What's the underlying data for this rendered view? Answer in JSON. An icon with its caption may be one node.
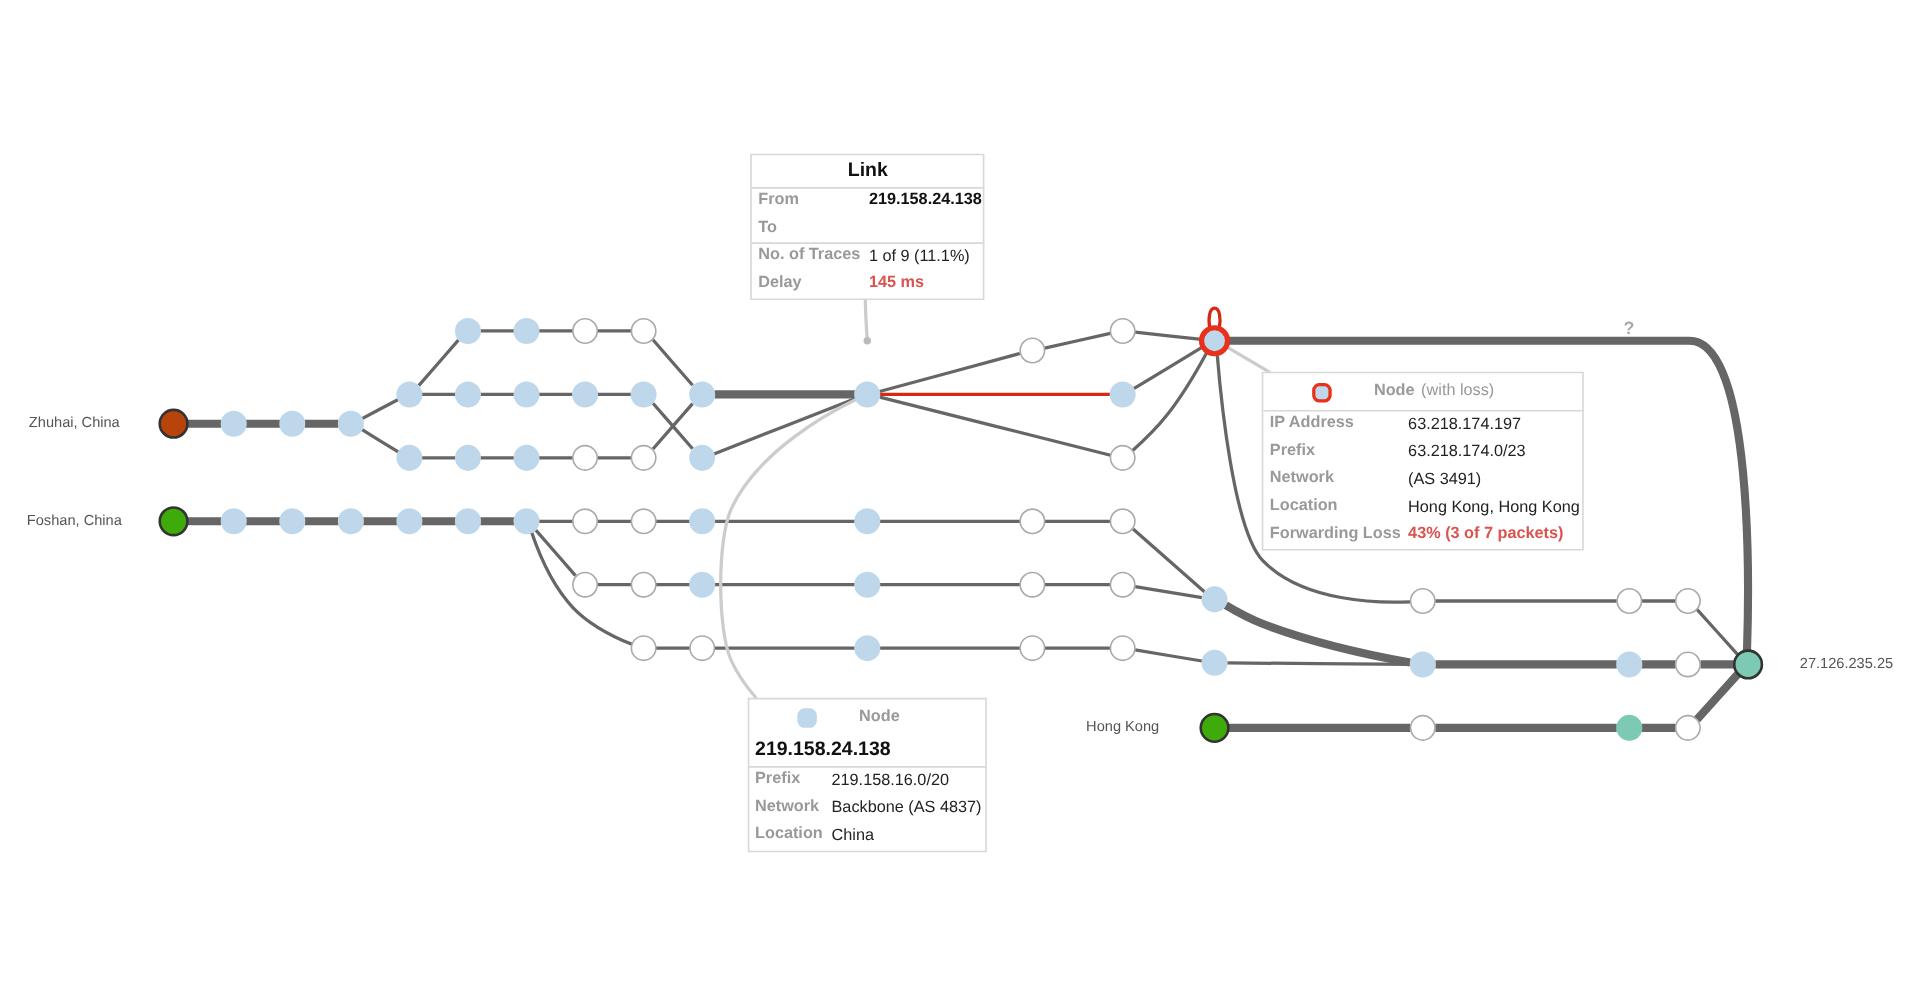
{
  "diagram": {
    "nodes": [
      {
        "text": [],
        "shape": "circle",
        "beside": [
          "Zhuhai, China"
        ]
      },
      {
        "text": [],
        "shape": "circle",
        "beside": [
          "Foshan, China"
        ]
      },
      {
        "text": [],
        "shape": "circle"
      },
      {
        "text": [],
        "shape": "circle"
      },
      {
        "text": [],
        "shape": "circle"
      },
      {
        "text": [],
        "shape": "circle"
      },
      {
        "text": [],
        "shape": "circle"
      },
      {
        "text": [],
        "shape": "circle"
      },
      {
        "text": [],
        "shape": "circle"
      },
      {
        "text": [],
        "shape": "circle"
      },
      {
        "text": [],
        "shape": "circle"
      },
      {
        "text": [],
        "shape": "circle"
      },
      {
        "text": [],
        "shape": "circle"
      },
      {
        "text": [],
        "shape": "circle"
      },
      {
        "text": [],
        "shape": "circle"
      },
      {
        "text": [],
        "shape": "circle"
      },
      {
        "text": [],
        "shape": "circle"
      },
      {
        "text": [],
        "shape": "circle"
      },
      {
        "text": [],
        "shape": "circle"
      },
      {
        "text": [],
        "shape": "circle"
      },
      {
        "text": [],
        "shape": "circle"
      },
      {
        "text": [],
        "shape": "circle"
      },
      {
        "text": [],
        "shape": "circle"
      },
      {
        "text": [],
        "shape": "circle"
      },
      {
        "text": [],
        "shape": "circle"
      },
      {
        "text": [],
        "shape": "circle"
      },
      {
        "text": [],
        "shape": "circle"
      },
      {
        "text": [],
        "shape": "circle"
      },
      {
        "text": [],
        "shape": "circle"
      },
      {
        "text": [],
        "shape": "circle"
      },
      {
        "text": [],
        "shape": "circle"
      },
      {
        "text": [],
        "shape": "circle"
      },
      {
        "text": [],
        "shape": "circle"
      },
      {
        "text": [],
        "shape": "circle"
      },
      {
        "text": [],
        "shape": "circle"
      },
      {
        "text": [],
        "shape": "circle"
      },
      {
        "text": [],
        "shape": "circle"
      },
      {
        "text": [],
        "shape": "circle"
      },
      {
        "text": [],
        "shape": "circle"
      },
      {
        "text": [],
        "shape": "circle"
      },
      {
        "text": [],
        "shape": "circle"
      },
      {
        "text": [],
        "shape": "circle"
      },
      {
        "text": [],
        "shape": "circle"
      },
      {
        "text": [],
        "shape": "circle"
      },
      {
        "text": [],
        "shape": "circle"
      },
      {
        "text": [],
        "shape": "circle"
      },
      {
        "text": [],
        "shape": "circle"
      },
      {
        "text": [],
        "shape": "circle"
      },
      {
        "text": [],
        "shape": "circle"
      },
      {
        "text": [],
        "shape": "circle"
      },
      {
        "text": [],
        "shape": "circle"
      },
      {
        "text": [],
        "shape": "circle"
      },
      {
        "text": [],
        "shape": "circle",
        "beside": [
          "Hong Kong"
        ]
      },
      {
        "text": [],
        "shape": "circle"
      },
      {
        "text": [],
        "shape": "circle"
      },
      {
        "text": [],
        "shape": "circle"
      },
      {
        "text": [],
        "shape": "circle"
      },
      {
        "text": [],
        "shape": "circle"
      },
      {
        "text": [],
        "shape": "circle"
      },
      {
        "text": [],
        "shape": "circle"
      },
      {
        "text": [],
        "shape": "circle"
      },
      {
        "text": [],
        "shape": "circle"
      },
      {
        "text": [],
        "shape": "circle",
        "beside": [
          "27.126.235.25"
        ]
      },
      {
        "text": [
          "Link",
          "From",
          "219.158.24.138",
          "To",
          "No. of Traces",
          "1 of 9 (11.1%)",
          "Delay",
          "145 ms"
        ]
      },
      {
        "text": [
          "Node",
          "(with loss)",
          "IP Address",
          "63.218.174.197",
          "Prefix",
          "63.218.174.0/23",
          "Network",
          "(AS 3491)",
          "Location",
          "Hong Kong, Hong Kong",
          "Forwarding Loss",
          "43% (3 of 7 packets)"
        ]
      },
      {
        "text": [
          "Node",
          "219.158.24.138",
          "Prefix",
          "219.158.16.0/20",
          "Network",
          "Backbone (AS 4837)",
          "Location",
          "China"
        ]
      }
    ],
    "edges": [
      {
        "from": 0,
        "to": 2,
        "arrow": "none",
        "style": "thick"
      },
      {
        "from": 2,
        "to": 4,
        "arrow": "none",
        "style": "thick"
      },
      {
        "from": 4,
        "to": 6,
        "arrow": "none",
        "style": "thick"
      },
      {
        "from": 6,
        "to": 8,
        "arrow": "none"
      },
      {
        "from": 6,
        "to": 9,
        "arrow": "none"
      },
      {
        "from": 8,
        "to": 11,
        "arrow": "none"
      },
      {
        "from": 8,
        "to": 12,
        "arrow": "none"
      },
      {
        "from": 9,
        "to": 13,
        "arrow": "none"
      },
      {
        "from": 11,
        "to": 15,
        "arrow": "none"
      },
      {
        "from": 12,
        "to": 16,
        "arrow": "none"
      },
      {
        "from": 13,
        "to": 17,
        "arrow": "none"
      },
      {
        "from": 1,
        "to": 3,
        "arrow": "none",
        "style": "thick"
      },
      {
        "from": 3,
        "to": 5,
        "arrow": "none",
        "style": "thick"
      },
      {
        "from": 5,
        "to": 7,
        "arrow": "none",
        "style": "thick"
      },
      {
        "from": 7,
        "to": 10,
        "arrow": "none",
        "style": "thick"
      },
      {
        "from": 10,
        "to": 14,
        "arrow": "none",
        "style": "thick"
      },
      {
        "from": 14,
        "to": 18,
        "arrow": "none",
        "style": "thick"
      },
      {
        "from": 15,
        "to": 19,
        "arrow": "none"
      },
      {
        "from": 16,
        "to": 20,
        "arrow": "none"
      },
      {
        "from": 17,
        "to": 21,
        "arrow": "none"
      },
      {
        "from": 18,
        "to": 22,
        "arrow": "none"
      },
      {
        "from": 18,
        "to": 23,
        "arrow": "none"
      },
      {
        "from": 18,
        "to": 29,
        "arrow": "none"
      },
      {
        "from": 19,
        "to": 24,
        "arrow": "none"
      },
      {
        "from": 20,
        "to": 25,
        "arrow": "none"
      },
      {
        "from": 21,
        "to": 26,
        "arrow": "none"
      },
      {
        "from": 22,
        "to": 27,
        "arrow": "none"
      },
      {
        "from": 23,
        "to": 28,
        "arrow": "none"
      },
      {
        "from": 24,
        "to": 30,
        "arrow": "none"
      },
      {
        "from": 26,
        "to": 30,
        "arrow": "none"
      },
      {
        "from": 25,
        "to": 31,
        "arrow": "none"
      },
      {
        "from": 30,
        "to": 35,
        "arrow": "none",
        "style": "thick"
      },
      {
        "from": 31,
        "to": 35,
        "arrow": "none"
      },
      {
        "from": 27,
        "to": 32,
        "arrow": "none"
      },
      {
        "from": 28,
        "to": 33,
        "arrow": "none"
      },
      {
        "from": 29,
        "to": 34,
        "arrow": "none"
      },
      {
        "from": 32,
        "to": 36,
        "arrow": "none"
      },
      {
        "from": 33,
        "to": 37,
        "arrow": "none"
      },
      {
        "from": 34,
        "to": 38,
        "arrow": "none"
      },
      {
        "from": 35,
        "to": 39,
        "arrow": "none"
      },
      {
        "from": 35,
        "to": 44,
        "arrow": "none",
        "color": "#d42a13"
      },
      {
        "from": 35,
        "to": 45,
        "arrow": "none"
      },
      {
        "from": 36,
        "to": 40,
        "arrow": "none"
      },
      {
        "from": 37,
        "to": 41,
        "arrow": "none"
      },
      {
        "from": 38,
        "to": 42,
        "arrow": "none"
      },
      {
        "from": 39,
        "to": 43,
        "arrow": "none"
      },
      {
        "from": 40,
        "to": 46,
        "arrow": "none"
      },
      {
        "from": 41,
        "to": 47,
        "arrow": "none"
      },
      {
        "from": 42,
        "to": 48,
        "arrow": "none"
      },
      {
        "from": 43,
        "to": 49,
        "arrow": "none"
      },
      {
        "from": 44,
        "to": 49,
        "arrow": "none"
      },
      {
        "from": 45,
        "to": 49,
        "arrow": "none"
      },
      {
        "from": 46,
        "to": 50,
        "arrow": "none"
      },
      {
        "from": 47,
        "to": 50,
        "arrow": "none"
      },
      {
        "from": 48,
        "to": 51,
        "arrow": "none"
      },
      {
        "from": 49,
        "to": 49,
        "arrow": "none",
        "color": "#d42a13"
      },
      {
        "from": 49,
        "to": 53,
        "arrow": "none"
      },
      {
        "from": 49,
        "to": 62,
        "arrow": "none",
        "label": "?",
        "style": "thick"
      },
      {
        "from": 53,
        "to": 56,
        "arrow": "none"
      },
      {
        "from": 56,
        "to": 59,
        "arrow": "none"
      },
      {
        "from": 59,
        "to": 62,
        "arrow": "none"
      },
      {
        "from": 50,
        "to": 54,
        "arrow": "none",
        "style": "thick"
      },
      {
        "from": 51,
        "to": 54,
        "arrow": "none"
      },
      {
        "from": 54,
        "to": 57,
        "arrow": "none",
        "style": "thick"
      },
      {
        "from": 57,
        "to": 60,
        "arrow": "none",
        "style": "thick"
      },
      {
        "from": 60,
        "to": 62,
        "arrow": "none",
        "style": "thick"
      },
      {
        "from": 52,
        "to": 55,
        "arrow": "none",
        "style": "thick"
      },
      {
        "from": 55,
        "to": 58,
        "arrow": "none",
        "style": "thick"
      },
      {
        "from": 58,
        "to": 61,
        "arrow": "none",
        "style": "thick"
      },
      {
        "from": 61,
        "to": 62,
        "arrow": "none",
        "style": "thick"
      },
      {
        "from": 63,
        "to": null,
        "arrow": "none",
        "color": "#cccccc"
      },
      {
        "from": 64,
        "to": 49,
        "arrow": "none",
        "color": "#cccccc"
      },
      {
        "from": 65,
        "to": 35,
        "arrow": "none",
        "color": "#cccccc"
      }
    ]
  }
}
